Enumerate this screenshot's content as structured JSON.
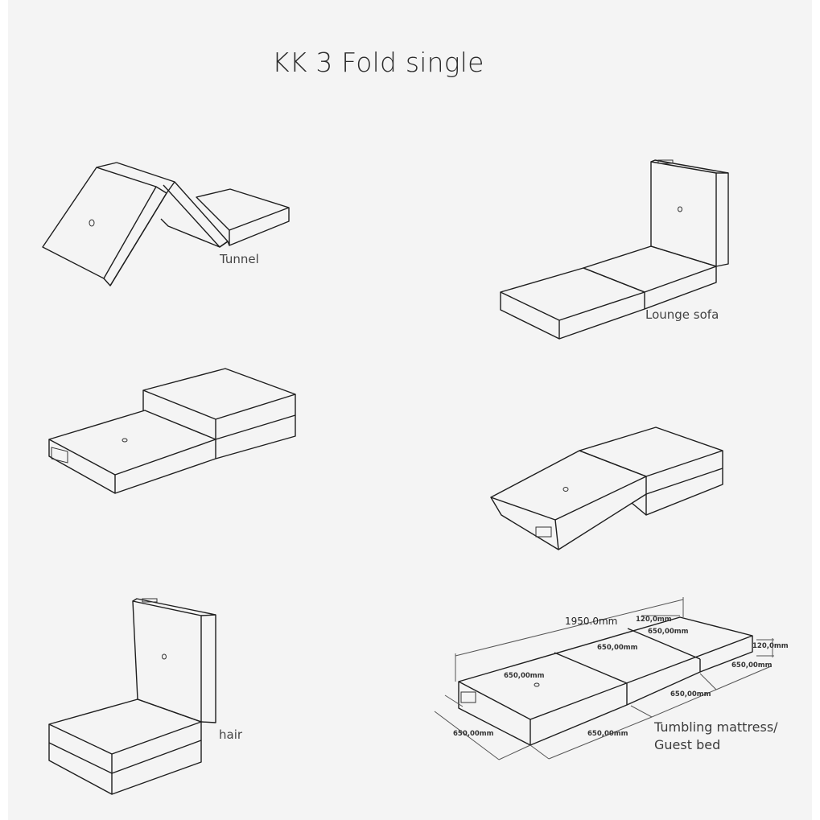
{
  "title": "KK 3 Fold single",
  "configurations": [
    {
      "id": "tunnel",
      "label": "Tunnel"
    },
    {
      "id": "lounge-sofa",
      "label": "Lounge sofa"
    },
    {
      "id": "step",
      "label": ""
    },
    {
      "id": "ramp",
      "label": ""
    },
    {
      "id": "chair",
      "label": "hair"
    },
    {
      "id": "mattress",
      "label_line1": "Tumbling mattress/",
      "label_line2": "Guest bed"
    }
  ],
  "dimensions": {
    "total_length": "1950.0mm",
    "thickness_top": "120,0mm",
    "thickness_right": "120,0mm",
    "segment_top_1": "650,00mm",
    "segment_top_2": "650,00mm",
    "segment_top_3": "650,00mm",
    "segment_right_1": "650,00mm",
    "segment_bottom_1": "650,00mm",
    "segment_bottom_2": "650,00mm",
    "width": "650,00mm"
  },
  "colors": {
    "background": "#f4f4f4",
    "line": "#1e1e1e",
    "text": "#444444"
  }
}
